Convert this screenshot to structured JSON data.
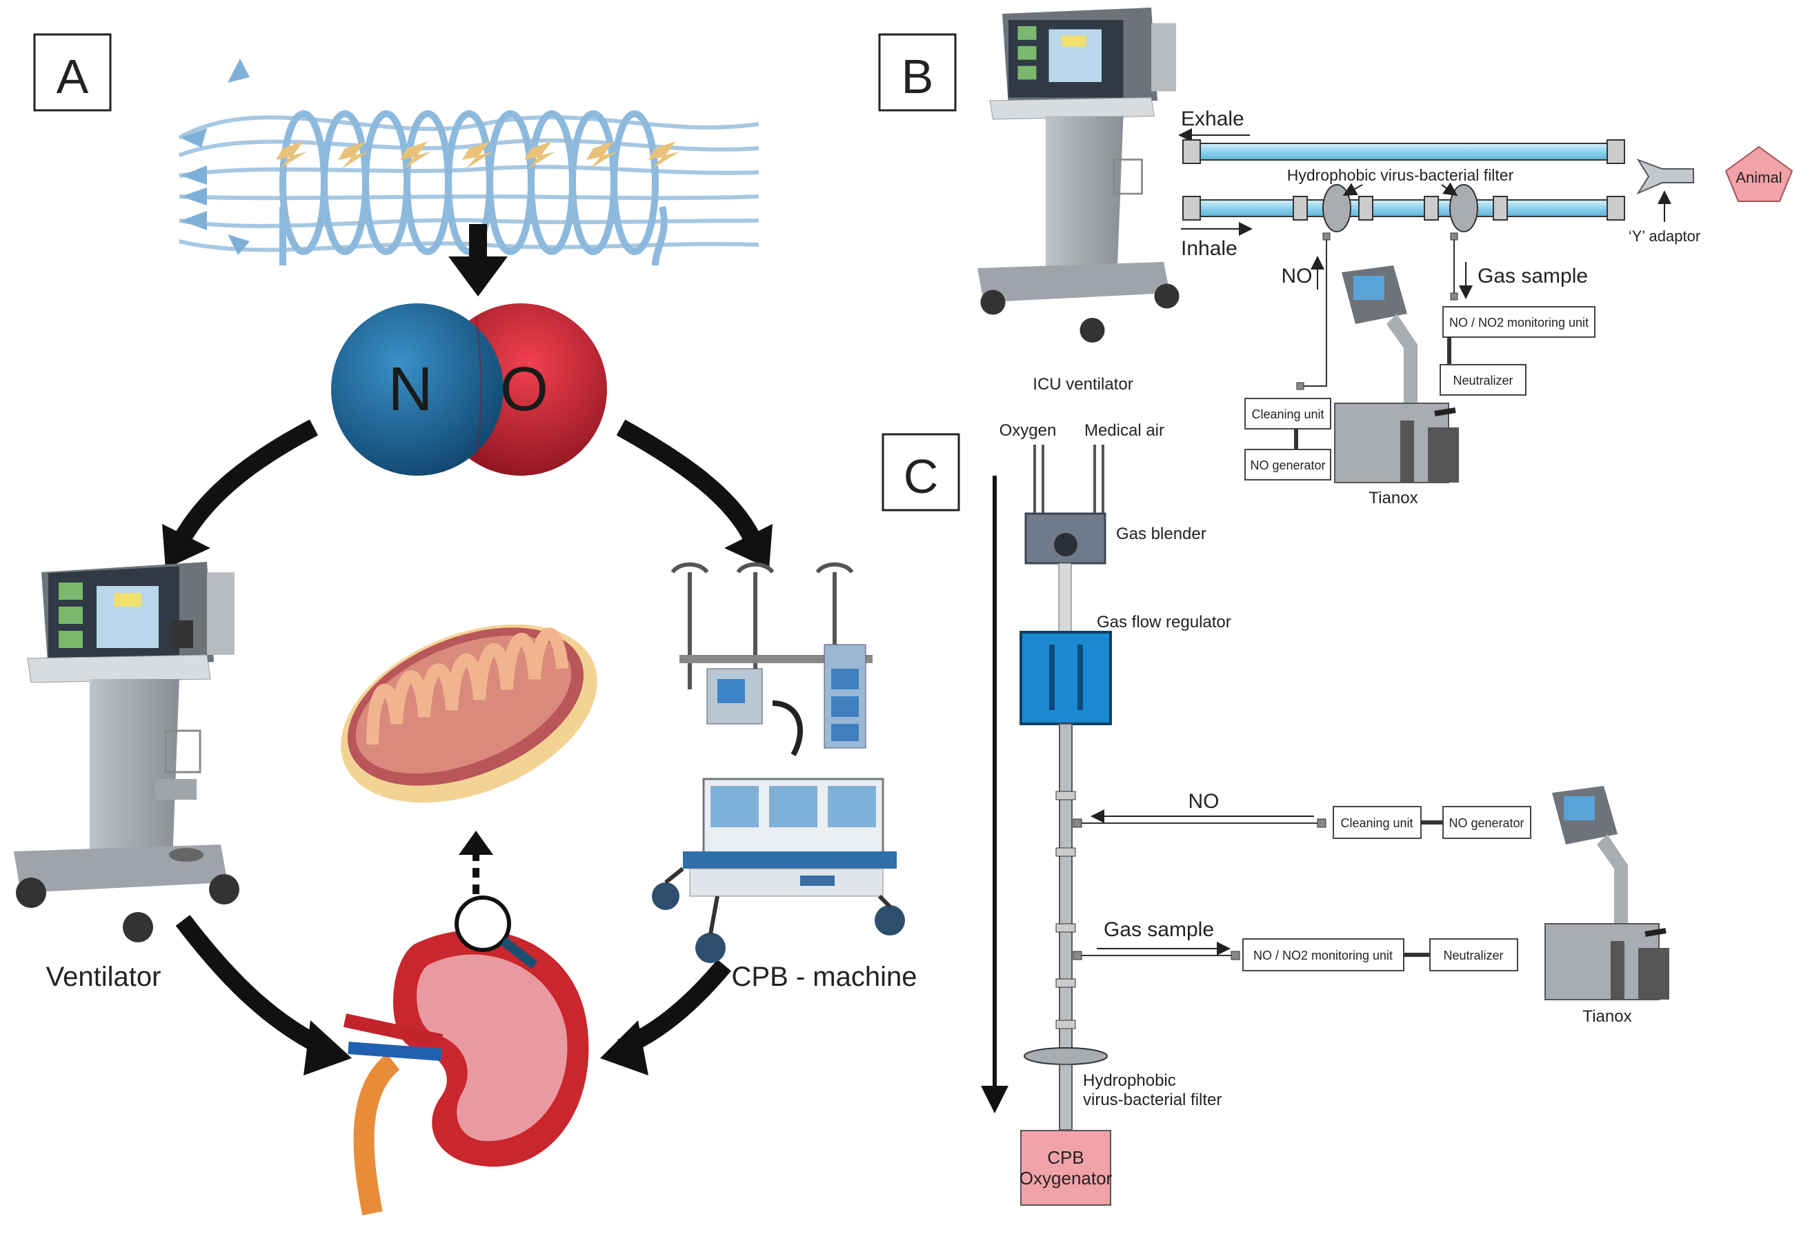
{
  "panels": {
    "a": {
      "letter": "A"
    },
    "b": {
      "letter": "B"
    },
    "c": {
      "letter": "C"
    }
  },
  "panel_a": {
    "molecule": {
      "n": "N",
      "o": "O"
    },
    "ventilator_label": "Ventilator",
    "cpb_label": "CPB - machine"
  },
  "panel_b": {
    "exhale": "Exhale",
    "inhale": "Inhale",
    "filter": "Hydrophobic virus-bacterial filter",
    "animal": "Animal",
    "y_adaptor": "‘Y’ adaptor",
    "no": "NO",
    "gas_sample": "Gas sample",
    "monitoring_unit": "NO / NO2 monitoring unit",
    "neutralizer": "Neutralizer",
    "cleaning_unit": "Cleaning unit",
    "no_generator": "NO generator",
    "tianox": "Tianox",
    "icu_ventilator": "ICU ventilator"
  },
  "panel_c": {
    "oxygen": "Oxygen",
    "medical_air": "Medical air",
    "gas_blender": "Gas blender",
    "gas_flow_regulator": "Gas flow regulator",
    "no": "NO",
    "cleaning_unit": "Cleaning unit",
    "no_generator": "NO generator",
    "gas_sample": "Gas sample",
    "monitoring_unit": "NO / NO2 monitoring unit",
    "neutralizer": "Neutralizer",
    "tianox": "Tianox",
    "filter_line1": "Hydrophobic",
    "filter_line2": "virus-bacterial filter",
    "oxygenator_line1": "CPB",
    "oxygenator_line2": "Oxygenator"
  },
  "colors": {
    "red": "#d92b3c",
    "blue": "#1f6ea0",
    "cyan": "#a8dcf0",
    "pink": "#f2a3a8",
    "dark": "#222222"
  }
}
